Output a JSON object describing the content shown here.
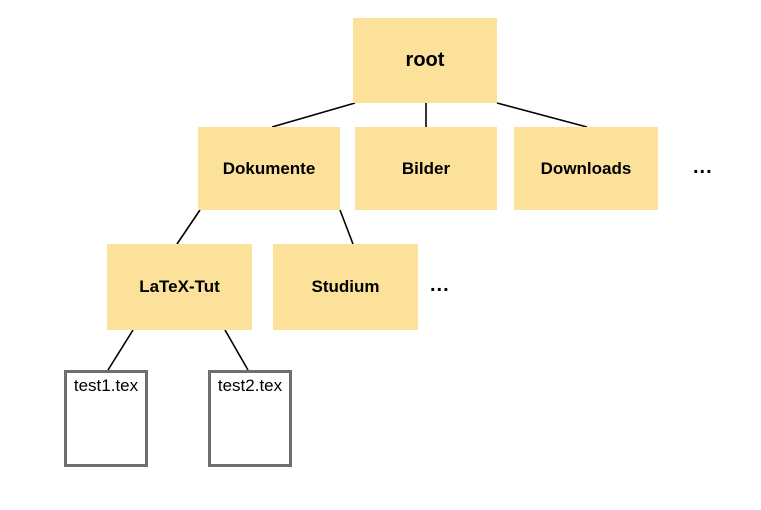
{
  "diagram": {
    "type": "tree",
    "description": "File system directory tree",
    "colors": {
      "folder_fill": "#FCE19B",
      "file_fill": "#FFFFFF",
      "file_border": "#6E6E6E",
      "edge": "#000000",
      "label": "#000000",
      "background": "#FFFFFF"
    },
    "nodes": [
      {
        "id": "root",
        "label": "root",
        "type": "folder",
        "parent": null
      },
      {
        "id": "dokumente",
        "label": "Dokumente",
        "type": "folder",
        "parent": "root"
      },
      {
        "id": "bilder",
        "label": "Bilder",
        "type": "folder",
        "parent": "root"
      },
      {
        "id": "downloads",
        "label": "Downloads",
        "type": "folder",
        "parent": "root"
      },
      {
        "id": "ellipsis-level1",
        "label": "...",
        "type": "ellipsis",
        "parent": "root"
      },
      {
        "id": "latex-tut",
        "label": "LaTeX-Tut",
        "type": "folder",
        "parent": "dokumente"
      },
      {
        "id": "studium",
        "label": "Studium",
        "type": "folder",
        "parent": "dokumente"
      },
      {
        "id": "ellipsis-level2",
        "label": "...",
        "type": "ellipsis",
        "parent": "dokumente"
      },
      {
        "id": "test1",
        "label": "test1.tex",
        "type": "file",
        "parent": "latex-tut"
      },
      {
        "id": "test2",
        "label": "test2.tex",
        "type": "file",
        "parent": "latex-tut"
      }
    ],
    "edges": [
      {
        "from": "root",
        "to": "dokumente"
      },
      {
        "from": "root",
        "to": "bilder"
      },
      {
        "from": "root",
        "to": "downloads"
      },
      {
        "from": "dokumente",
        "to": "latex-tut"
      },
      {
        "from": "dokumente",
        "to": "studium"
      },
      {
        "from": "latex-tut",
        "to": "test1"
      },
      {
        "from": "latex-tut",
        "to": "test2"
      }
    ]
  }
}
